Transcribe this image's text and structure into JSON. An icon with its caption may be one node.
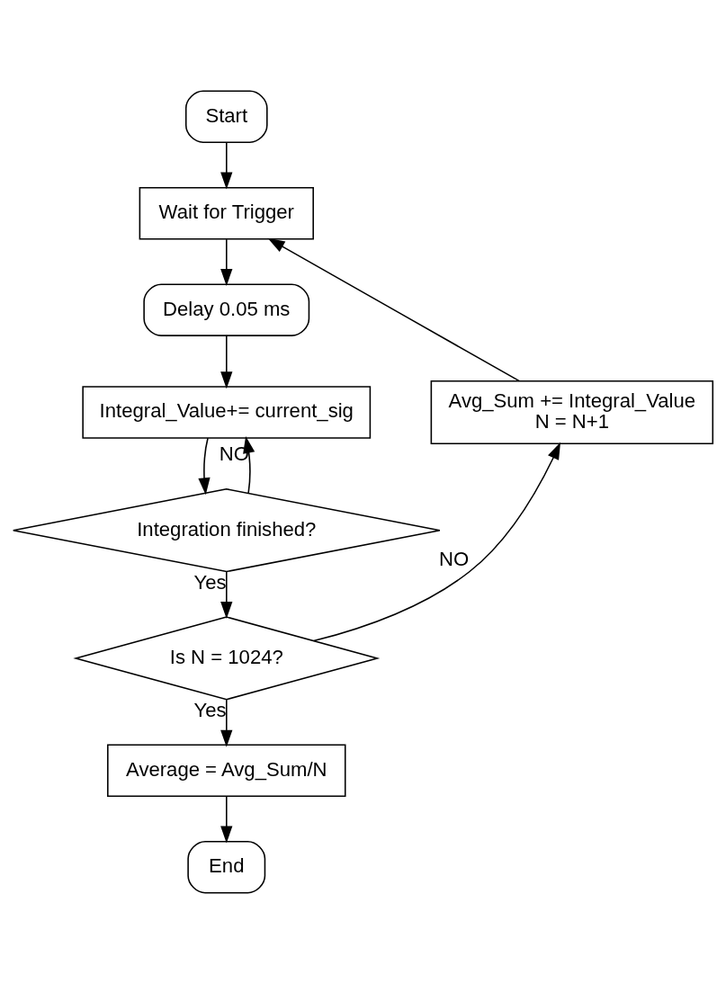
{
  "diagram": {
    "nodes": [
      {
        "text": [
          "Start"
        ]
      },
      {
        "text": [
          "Wait for Trigger"
        ]
      },
      {
        "text": [
          "Delay 0.05 ms"
        ]
      },
      {
        "text": [
          "Avg_Sum += Integral_Value",
          "N = N+1"
        ]
      },
      {
        "text": [
          "Integral_Value+= current_sig"
        ]
      },
      {
        "text": [
          "Integration finished?"
        ]
      },
      {
        "text": [
          "Is N = 1024?"
        ]
      },
      {
        "text": [
          "Average = Avg_Sum/N"
        ]
      },
      {
        "text": [
          "End"
        ]
      }
    ],
    "edges": [
      {
        "from": 0,
        "to": 1,
        "arrow": "to"
      },
      {
        "from": 3,
        "to": 1,
        "arrow": "to"
      },
      {
        "from": 1,
        "to": 2,
        "arrow": "to"
      },
      {
        "from": 2,
        "to": 4,
        "arrow": "to"
      },
      {
        "from": 4,
        "to": 5,
        "arrow": "to"
      },
      {
        "from": 5,
        "to": 4,
        "arrow": "to",
        "label": "NO"
      },
      {
        "from": 5,
        "to": 6,
        "arrow": "to",
        "label": "Yes"
      },
      {
        "from": 6,
        "to": 3,
        "arrow": "to",
        "label": "NO"
      },
      {
        "from": 6,
        "to": 7,
        "arrow": "to",
        "label": "Yes"
      },
      {
        "from": 7,
        "to": 8,
        "arrow": "to"
      }
    ]
  }
}
